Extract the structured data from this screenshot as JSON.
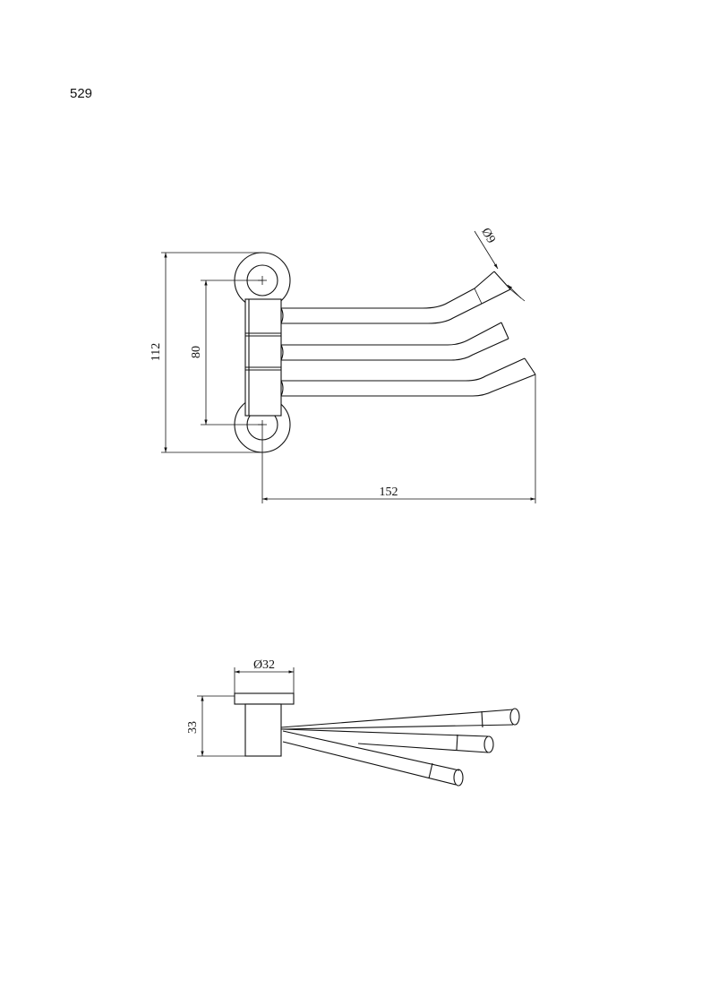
{
  "page": {
    "number": "529"
  },
  "top_view": {
    "dimensions": {
      "overall_height": "112",
      "mount_spacing": "80",
      "arm_length": "152",
      "arm_diameter": "Ø9"
    }
  },
  "side_view": {
    "dimensions": {
      "base_diameter": "Ø32",
      "base_height": "33"
    }
  },
  "colors": {
    "line": "#111111",
    "background": "#ffffff"
  }
}
